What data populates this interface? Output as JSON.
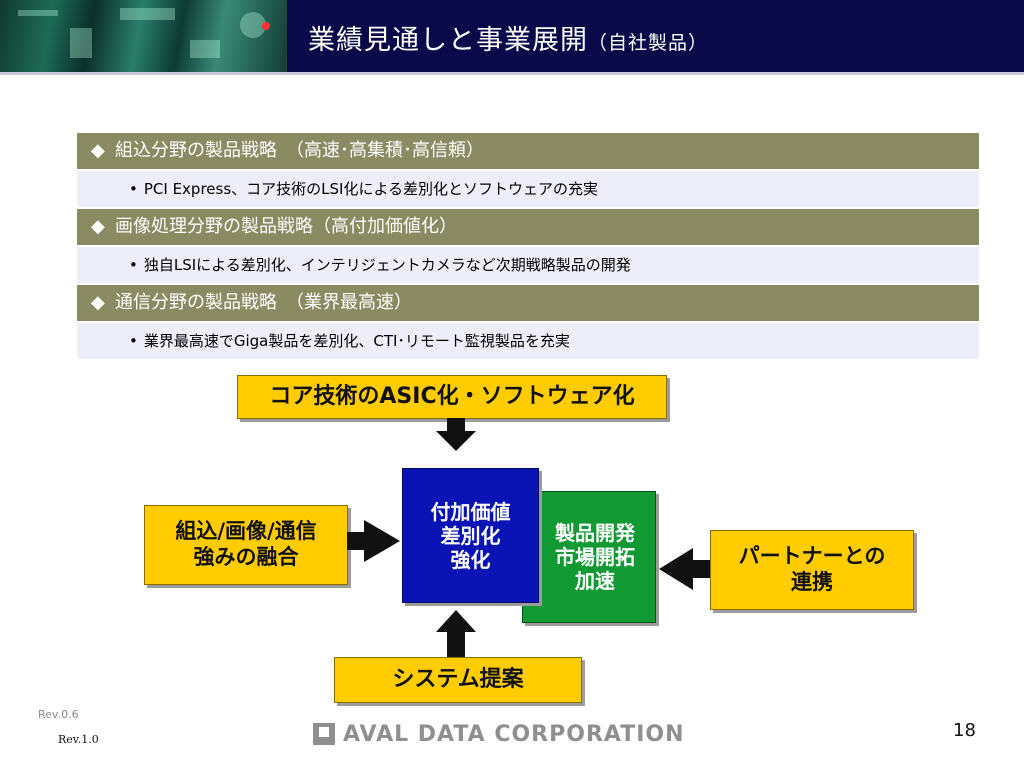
{
  "header": {
    "title": "業績見通しと事業展開",
    "subtitle": "（自社製品）"
  },
  "strategies": [
    {
      "heading": "組込分野の製品戦略　（高速･高集積･高信頼）",
      "detail": "PCI Express、コア技術のLSI化による差別化とソフトウェアの充実"
    },
    {
      "heading": "画像処理分野の製品戦略（高付加価値化）",
      "detail": "独自LSIによる差別化、インテリジェントカメラなど次期戦略製品の開発"
    },
    {
      "heading": "通信分野の製品戦略　（業界最高速）",
      "detail": "業界最高速でGiga製品を差別化、CTI･リモート監視製品を充実"
    }
  ],
  "symbols": {
    "diamond": "◆",
    "bullet": "•"
  },
  "diagram": {
    "top_box": "コア技術のASIC化・ソフトウェア化",
    "left_box": [
      "組込/画像/通信",
      "強みの融合"
    ],
    "center_box": [
      "付加価値",
      "差別化",
      "強化"
    ],
    "right_inner_box": [
      "製品開発",
      "市場開拓",
      "加速"
    ],
    "right_box": [
      "パートナーとの",
      "連携"
    ],
    "bottom_box": "システム提案"
  },
  "colors": {
    "header_bg": "#0a0a4a",
    "strategy_heading_bg": "#8b8b63",
    "strategy_detail_bg": "#eeeefa",
    "yellow_box": "#ffcc00",
    "blue_box": "#0a14b4",
    "green_box": "#119933"
  },
  "footer": {
    "rev_old": "Rev.0.6",
    "rev_new": "Rev.1.0",
    "company": "AVAL DATA CORPORATION",
    "page_number": "18"
  }
}
